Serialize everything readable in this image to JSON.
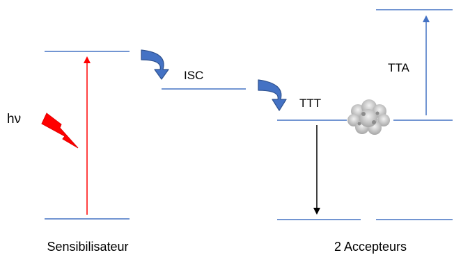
{
  "diagram": {
    "photon_label": "hν",
    "isc_label": "ISC",
    "ttt_label": "TTT",
    "tta_label": "TTA",
    "sensitizer_label": "Sensibilisateur",
    "acceptors_label": "2 Accepteurs"
  },
  "colors": {
    "level_line": "#4472c4",
    "excitation_arrow": "#ff0000",
    "lightning": "#ff0000",
    "curved_arrow_fill": "#4472c4",
    "curved_arrow_stroke": "#2f528f",
    "decay_arrow": "#000000",
    "tta_arrow": "#4472c4",
    "cloud": "#d9d9d9"
  },
  "icons": {
    "photon": "lightning-bolt-icon",
    "transfer": "curved-arrow-icon",
    "collision": "cloud-icon"
  }
}
